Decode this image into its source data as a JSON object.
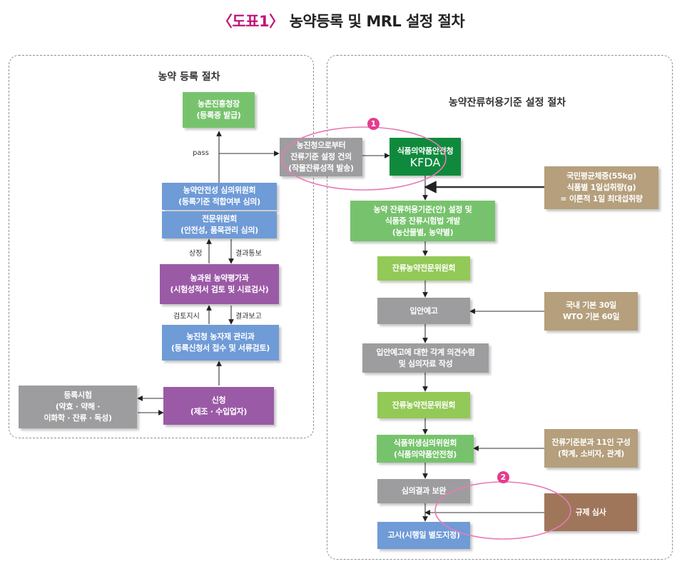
{
  "title": {
    "tag": "〈도표1〉",
    "text": "농약등록 및 MRL 설정 절차"
  },
  "left": {
    "heading": "농약 등록 절차",
    "boxes": {
      "rda_issue": [
        "농촌진흥청장",
        "(등록증 발급)"
      ],
      "safety_committee": [
        "농약안전성 심의위원회",
        "(등록기준 적합여부 심의)"
      ],
      "expert_committee": [
        "전문위원회",
        "(안전성, 품목관리 심의)"
      ],
      "nias": [
        "농과원 농약평가과",
        "(시험성적서 검토 및 시료검사)"
      ],
      "rda_management": [
        "농진청 농자재 관리과",
        "(등록신청서 접수 및 서류검토)"
      ],
      "application": [
        "신청",
        "(제조 · 수입업자)"
      ],
      "registration_test": [
        "등록시험",
        "(약효 · 약해 ·",
        "이화학 · 잔류 · 독성)"
      ],
      "rda_request": [
        "농진청으로부터",
        "잔류기준 설정 건의",
        "(작물잔류성적 발송)"
      ]
    },
    "labels": {
      "pass": "pass",
      "submit": "상정",
      "notify": "결과통보",
      "review_order": "검토지시",
      "report": "결과보고"
    }
  },
  "right": {
    "heading": "농약잔류허용기준 설정 절차",
    "kfda": {
      "line1": "식품의약품안전청",
      "line2": "KFDA"
    },
    "boxes": {
      "mrl_setting": [
        "농약 잔류허용기준(안) 설정 및",
        "식품중 잔류시험법 개발",
        "(농산물별, 농약별)"
      ],
      "committee1": [
        "잔류농약전문위원회"
      ],
      "pre_notice": [
        "입안예고"
      ],
      "opinion": [
        "입안예고에 대한 각계 의견수렴",
        "및 심의자료 작성"
      ],
      "committee2": [
        "잔류농약전문위원회"
      ],
      "food_committee": [
        "식품위생심의위원회",
        "(식품의약품안전청)"
      ],
      "supplement": [
        "심의결과 보완"
      ],
      "notice": [
        "고시(시행일 별도지정)"
      ],
      "intake": [
        "국민평균체중(55kg)",
        "식품별 1일섭취량(g)",
        "= 이론적 1일 최대섭취량"
      ],
      "notice_period": [
        "국내 기본 30일",
        "WTO 기본 60일"
      ],
      "members": [
        "잔류기준분과 11인 구성",
        "(학계, 소비자, 관계)"
      ],
      "regulation": [
        "규제 심사"
      ]
    }
  },
  "badges": [
    "1",
    "2"
  ],
  "colors": {
    "title_tag": "#c0157a",
    "green": "#77c36d",
    "light_green": "#93c957",
    "kfda_green": "#0f8a3d",
    "blue": "#6f9bd7",
    "purple": "#9b5aa6",
    "gray": "#9d9d9f",
    "tan": "#b59f7c",
    "brown": "#a0765b",
    "highlight": "#e43c8e"
  }
}
